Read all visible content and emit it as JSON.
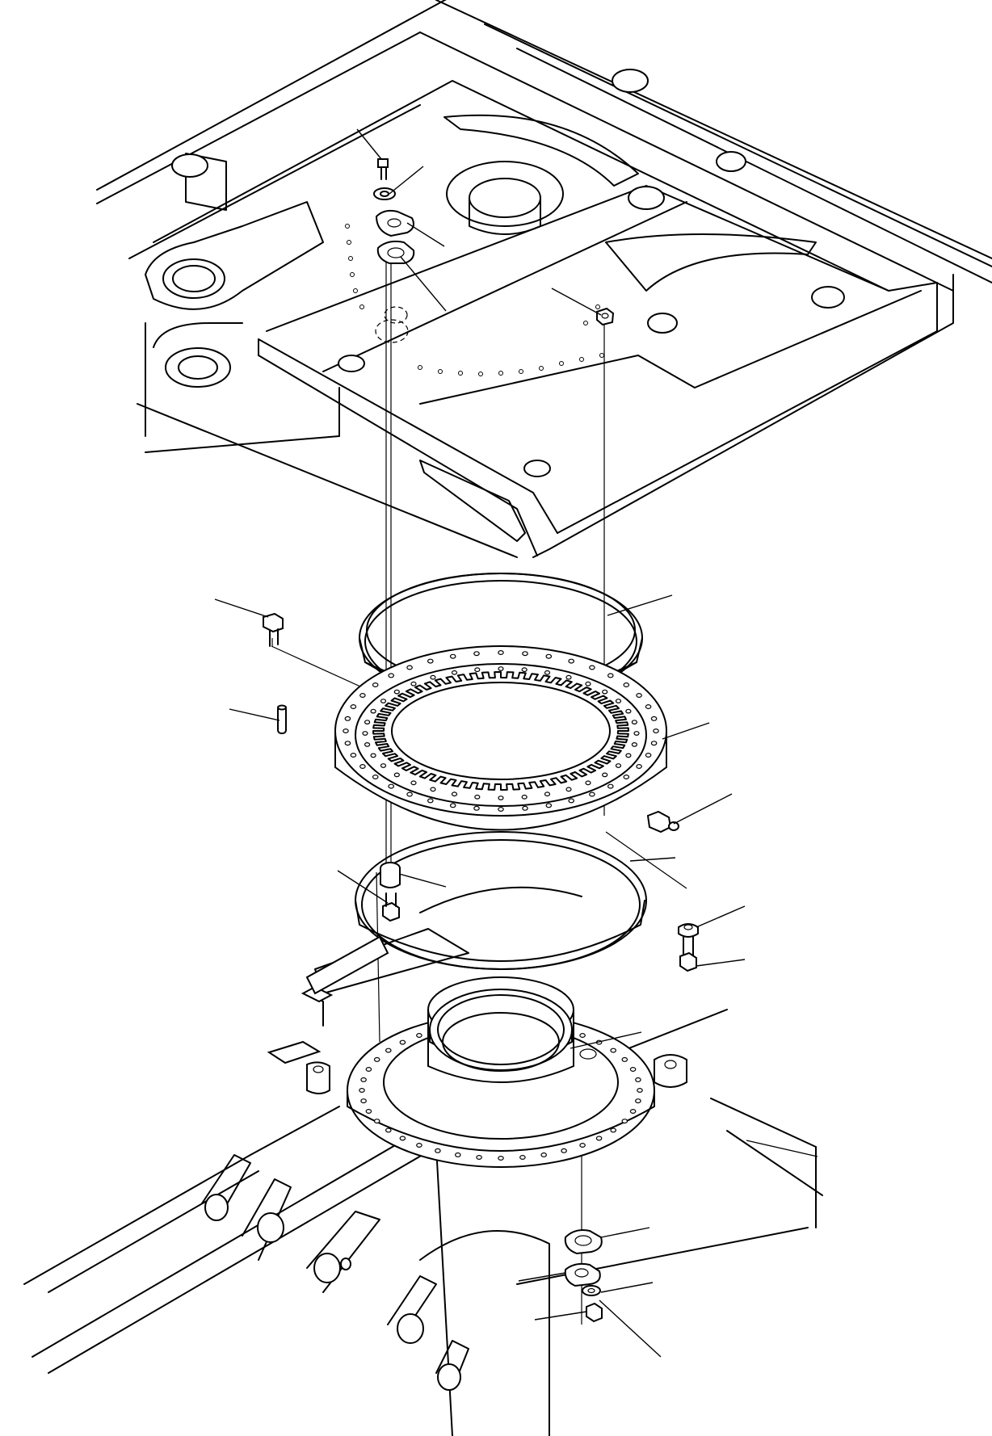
{
  "figure": {
    "kind": "exploded-parts-diagram",
    "components": [
      "revolving-frame",
      "cover-plate-bolt",
      "cover-plate-washer",
      "cover-plate",
      "cover-plate-gasket",
      "frame-mount-nut",
      "swing-circle-seal-upper",
      "swing-circle-mount-bolt",
      "dowel-pin",
      "swing-circle",
      "grease-fitting",
      "swing-circle-seal-lower",
      "inner-spacer",
      "inner-bolt",
      "outer-washer",
      "outer-bolt",
      "center-seal",
      "track-frame",
      "lower-cover-gasket",
      "lower-cover-plate",
      "lower-washer",
      "lower-nut"
    ],
    "leader_count": 20
  }
}
